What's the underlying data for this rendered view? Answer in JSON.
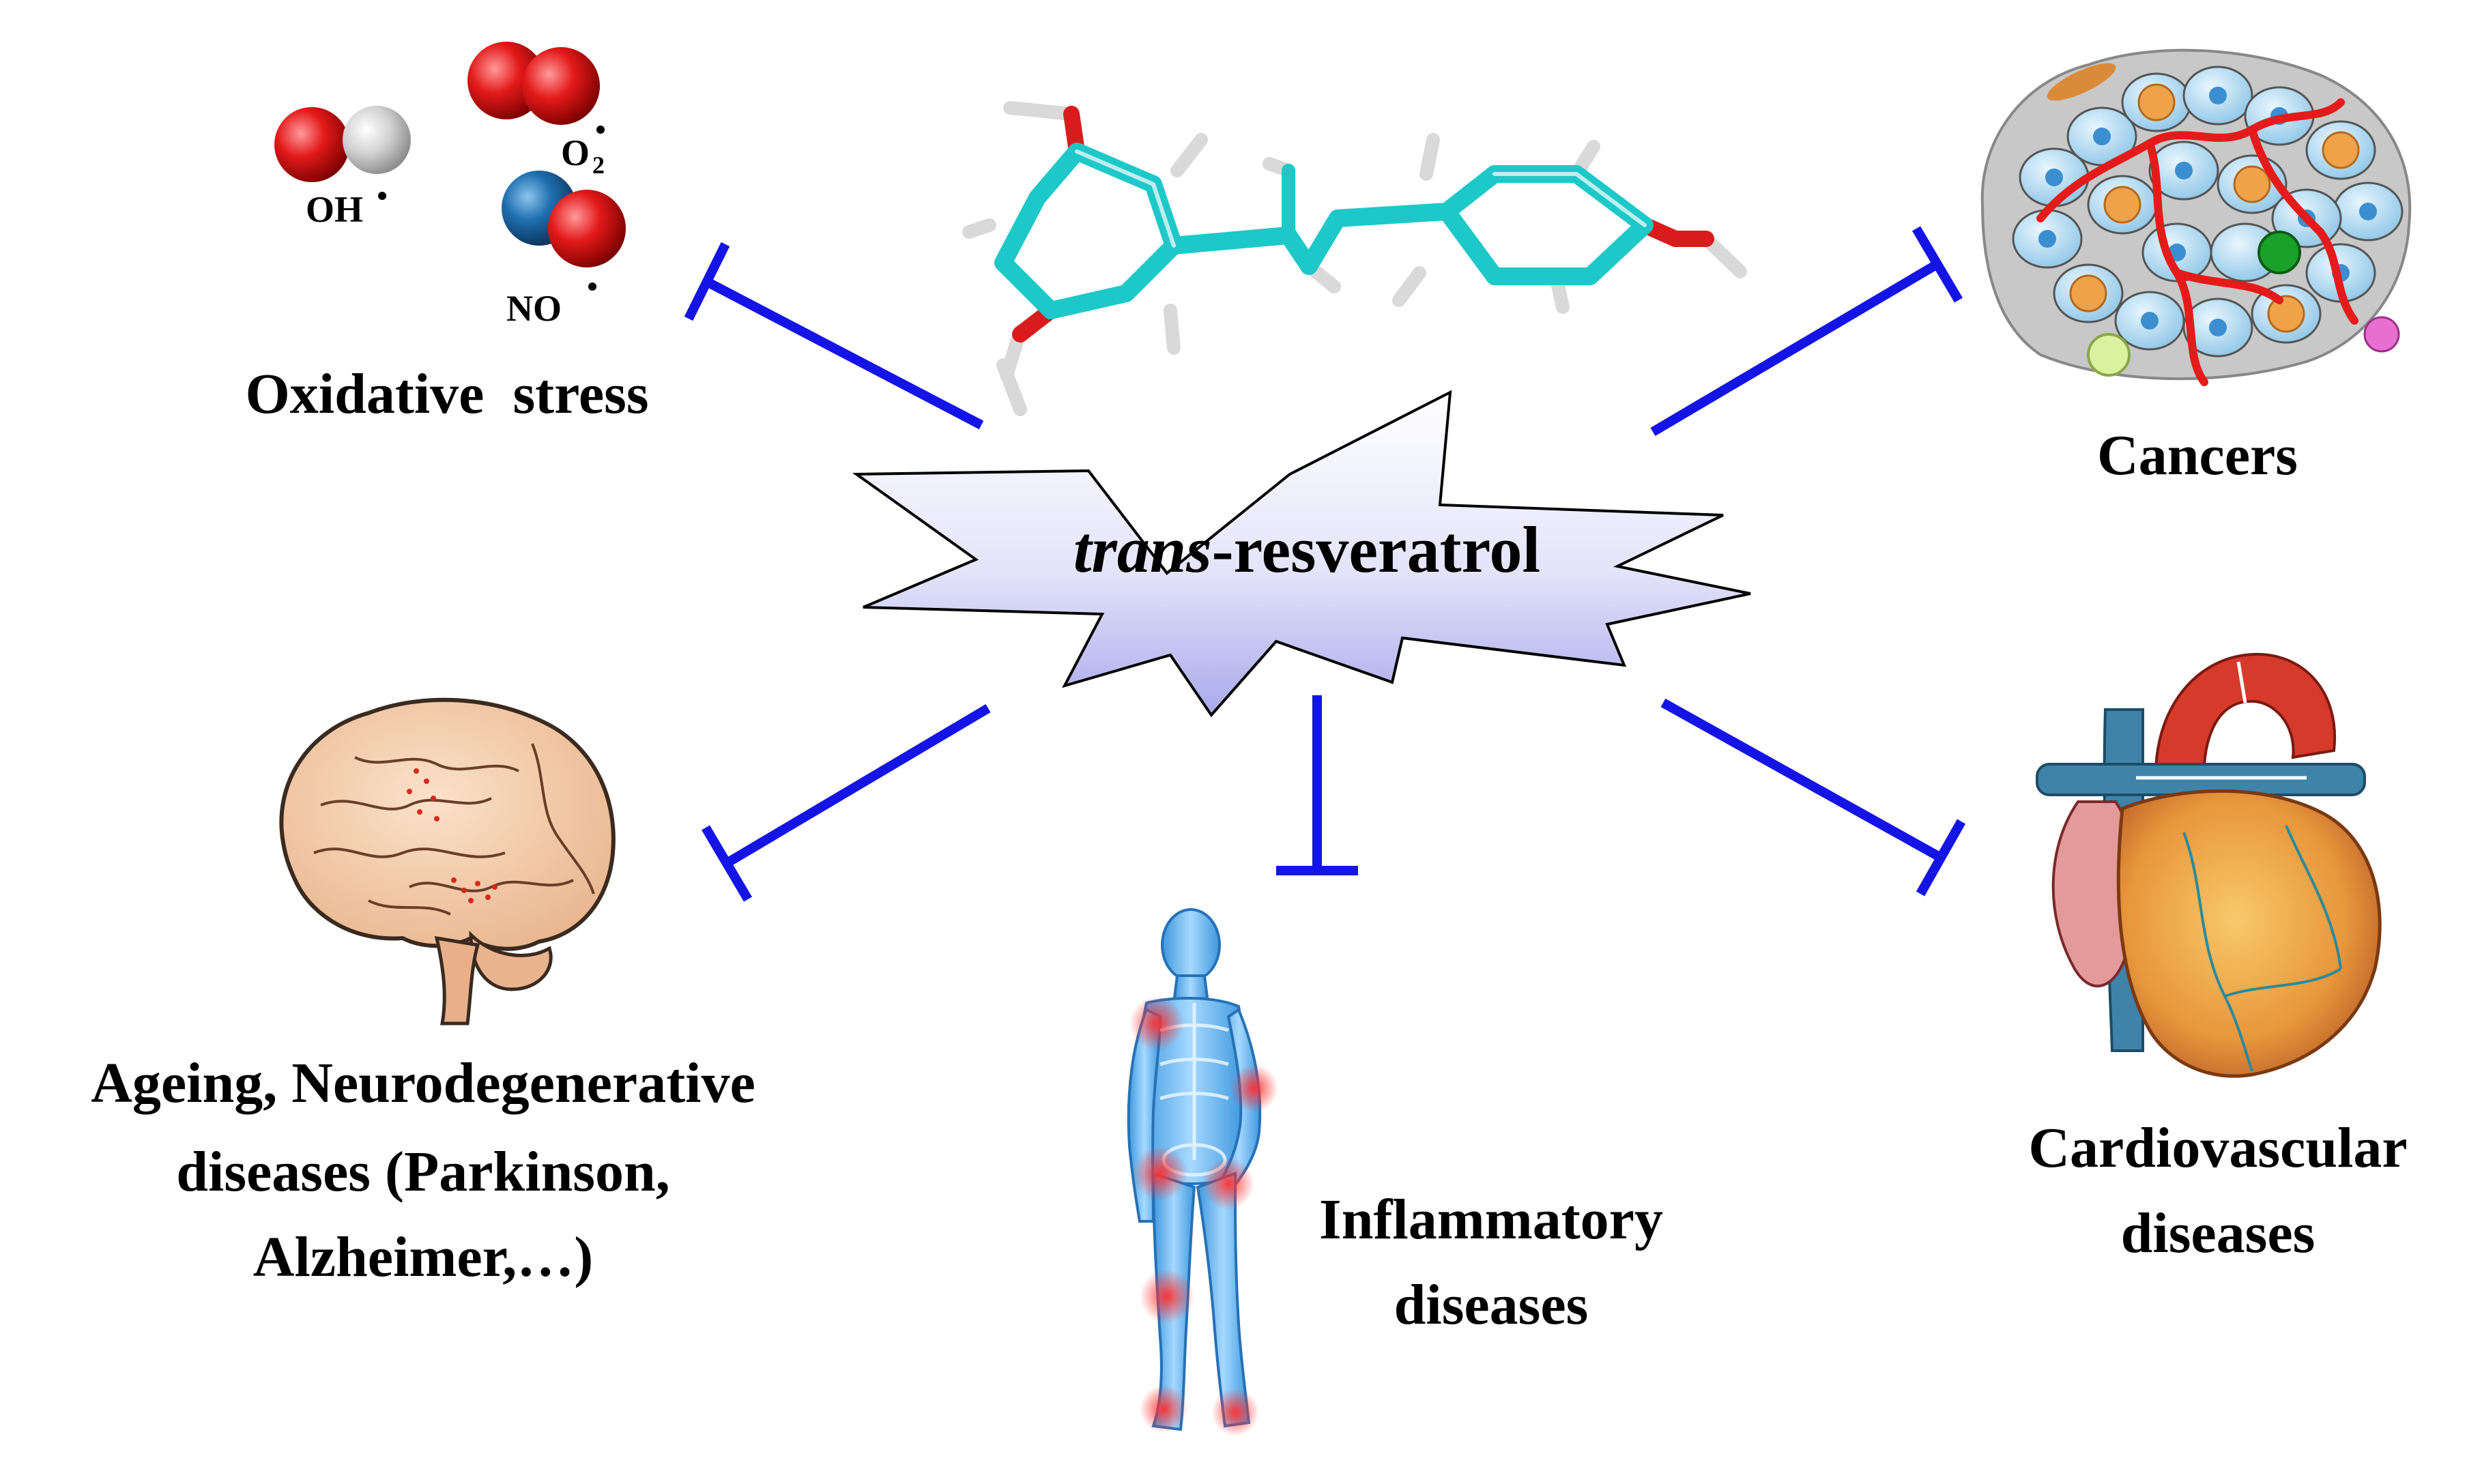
{
  "center": {
    "prefix": "trans",
    "suffix": "-resveratrol"
  },
  "targets": {
    "oxidative_stress": {
      "label": "Oxidative  stress",
      "molecules": {
        "oh": "OH",
        "o2": "O",
        "o2_sub": "2",
        "no": "NO"
      }
    },
    "cancers": {
      "label": "Cancers"
    },
    "neuro": {
      "lines": [
        "Ageing, Neurodegenerative",
        "diseases (Parkinson,",
        "Alzheimer,…)"
      ]
    },
    "inflammatory": {
      "lines": [
        "Inflammatory",
        "diseases"
      ]
    },
    "cardio": {
      "lines": [
        "Cardiovascular",
        "diseases"
      ]
    }
  },
  "colors": {
    "inhibition_arrow": "#1414e6",
    "carbon": "#1ec8c8",
    "hydrogen": "#e6e6e6",
    "oxygen": "#e01010",
    "nitrogen": "#1f6fb0",
    "star_fill_top": "#ffffff",
    "star_fill_bottom": "#b9b9f0"
  },
  "icons": [
    "resveratrol-molecule-icon",
    "brain-icon",
    "human-body-icon",
    "heart-icon",
    "tumor-cells-icon"
  ]
}
